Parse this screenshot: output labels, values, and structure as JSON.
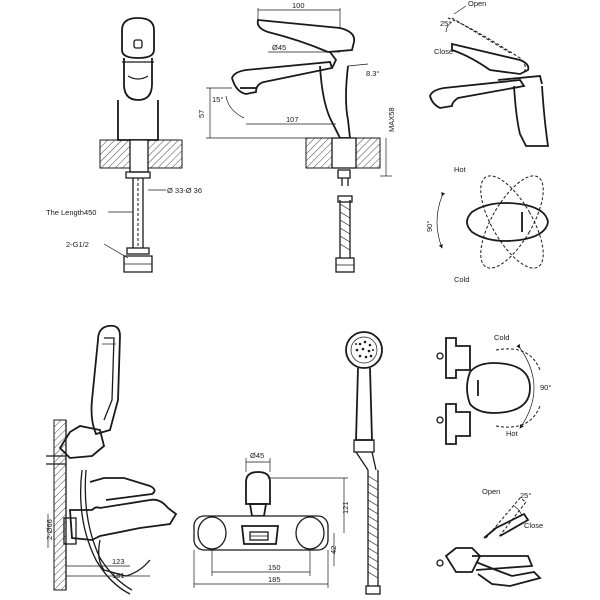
{
  "labels": {
    "dia_100": "100",
    "dia_phi45_top": "Ø45",
    "angle_8_3": "8.3°",
    "angle_15": "15°",
    "dim_57": "57",
    "dim_107": "107",
    "max58": "MAX58",
    "phi33_36": "Ø 33-Ø 36",
    "length450": "The Length450",
    "g12_top": "2-G1/2",
    "open_top": "Open",
    "angle25_top": "25°",
    "close_top": "Close",
    "hot_top": "Hot",
    "deg90_top": "90°",
    "cold_top": "Cold",
    "cold_bottom": "Cold",
    "deg90_bottom": "90°",
    "hot_bottom": "Hot",
    "open_bottom": "Open",
    "angle25_bottom": "25°",
    "close_bottom": "Close",
    "phi45_bottom": "Ø45",
    "dim_121": "121",
    "dim_42": "42",
    "dim_150": "150",
    "dim_185": "185",
    "dim_123": "123",
    "dim_161": "161",
    "g12_bottom": "2-Ø66"
  }
}
